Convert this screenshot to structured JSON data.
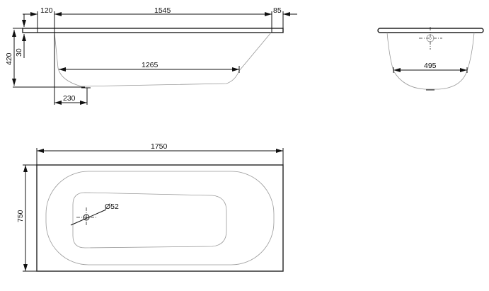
{
  "side_view": {
    "top_120": "120",
    "top_1545": "1545",
    "top_85": "85",
    "height_420": "420",
    "rim_30": "30",
    "bottom_1265": "1265",
    "drain_230": "230"
  },
  "end_view": {
    "bottom_495": "495"
  },
  "plan_view": {
    "length_1750": "1750",
    "width_750": "750",
    "drain_diameter": "Ø52"
  }
}
